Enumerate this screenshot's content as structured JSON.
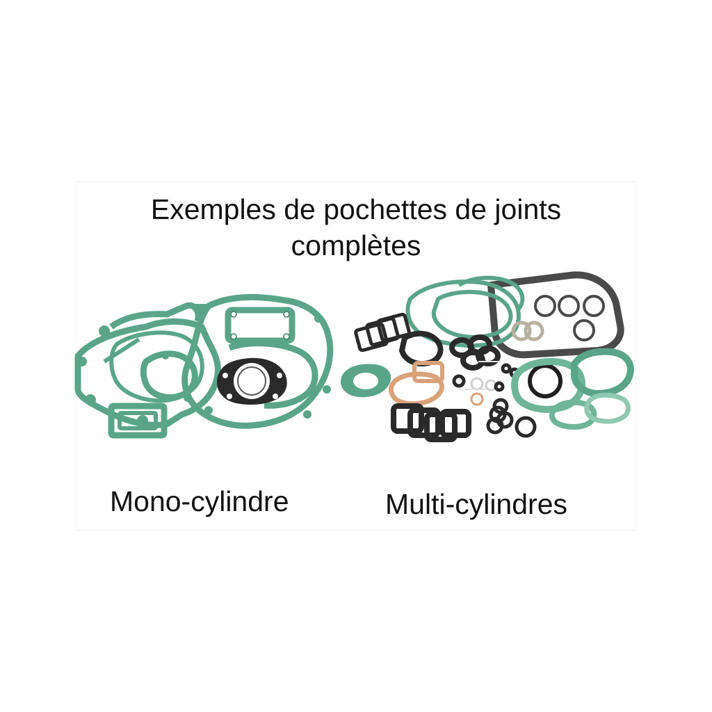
{
  "image": {
    "title_line1": "Exemples de pochettes de joints",
    "title_line2": "complètes",
    "left_caption": "Mono-cylindre",
    "right_caption": "Multi-cylindres",
    "colors": {
      "gasket_green": "#5aa58a",
      "gasket_green_dark": "#3f7f68",
      "gasket_black": "#2a2a2a",
      "gasket_copper": "#d9a27a",
      "background": "#ffffff"
    },
    "illustrations": {
      "left": "gasket-set-mono-cylinder",
      "right": "gasket-set-multi-cylinder"
    }
  }
}
